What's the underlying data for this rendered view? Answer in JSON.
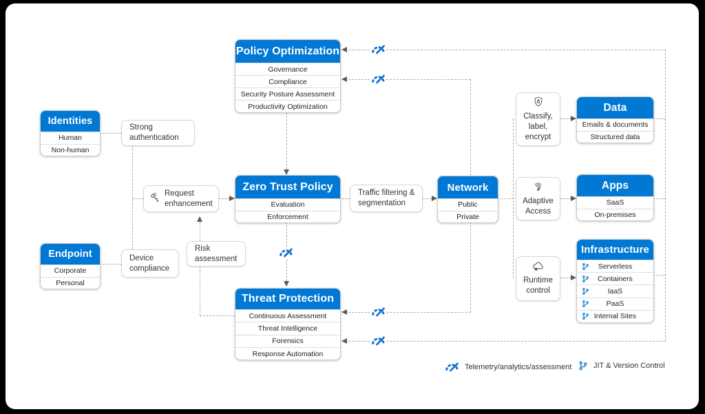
{
  "colors": {
    "accent_blue": "#0078d4",
    "connector_gray": "#ababab",
    "surface": "#ffffff",
    "frame": "#000000"
  },
  "boxes": {
    "policy_optimization": {
      "title": "Policy Optimization",
      "items": [
        "Governance",
        "Compliance",
        "Security Posture Assessment",
        "Productivity Optimization"
      ]
    },
    "identities": {
      "title": "Identities",
      "items": [
        "Human",
        "Non-human"
      ]
    },
    "endpoint": {
      "title": "Endpoint",
      "items": [
        "Corporate",
        "Personal"
      ]
    },
    "zero_trust_policy": {
      "title": "Zero Trust Policy",
      "items": [
        "Evaluation",
        "Enforcement"
      ]
    },
    "threat_protection": {
      "title": "Threat Protection",
      "items": [
        "Continuous Assessment",
        "Threat Intelligence",
        "Forensics",
        "Response Automation"
      ]
    },
    "network": {
      "title": "Network",
      "items": [
        "Public",
        "Private"
      ]
    },
    "data": {
      "title": "Data",
      "items": [
        "Emails & documents",
        "Structured data"
      ]
    },
    "apps": {
      "title": "Apps",
      "items": [
        "SaaS",
        "On-premises"
      ]
    },
    "infrastructure": {
      "title": "Infrastructure",
      "items": [
        "Serverless",
        "Containers",
        "IaaS",
        "PaaS",
        "Internal Sites"
      ]
    }
  },
  "labels": {
    "strong_authentication": "Strong authentication",
    "request_enhancement": "Request enhancement",
    "traffic_filtering": "Traffic filtering & segmentation",
    "device_compliance": "Device compliance",
    "risk_assessment": "Risk assessment",
    "classify_label_encrypt": "Classify, label, encrypt",
    "adaptive_access": "Adaptive Access",
    "runtime_control": "Runtime control"
  },
  "legend": {
    "telemetry": "Telemetry/analytics/assessment",
    "jit": "JIT & Version Control"
  },
  "icons": {
    "telemetry": "gauge",
    "jit": "branch",
    "request_enhancement": "keys",
    "classify_label_encrypt": "shield-lock",
    "adaptive_access": "fingerprint",
    "runtime_control": "cloud-gear"
  }
}
